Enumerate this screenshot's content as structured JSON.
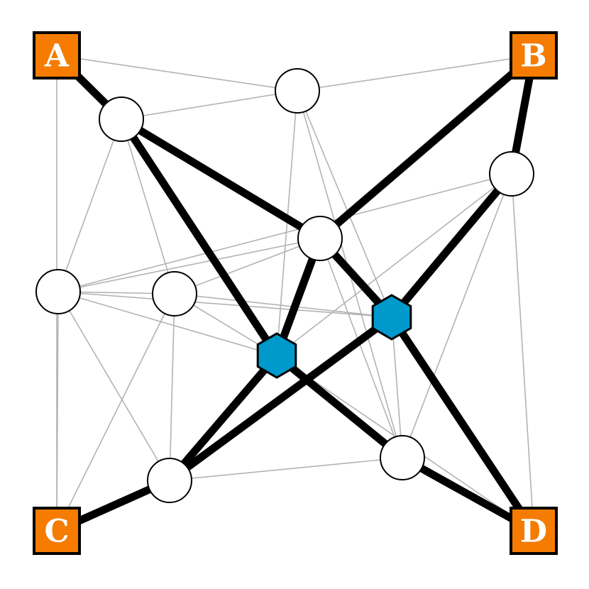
{
  "colors": {
    "background": "#ffffff",
    "terminal_fill": "#f57c00",
    "steiner_fill": "#0099cc",
    "node_fill": "#ffffff",
    "outline": "#000000",
    "light_edge": "#b3b3b3",
    "heavy_edge": "#000000"
  },
  "terminals": [
    {
      "id": "A",
      "label": "A"
    },
    {
      "id": "B",
      "label": "B"
    },
    {
      "id": "C",
      "label": "C"
    },
    {
      "id": "D",
      "label": "D"
    }
  ],
  "steiner_nodes": [
    {
      "id": "S1",
      "shape": "hexagon"
    },
    {
      "id": "S2",
      "shape": "hexagon"
    }
  ],
  "circle_nodes": [
    {
      "id": "n1"
    },
    {
      "id": "n2"
    },
    {
      "id": "n3"
    },
    {
      "id": "n4"
    },
    {
      "id": "n5"
    },
    {
      "id": "n6"
    },
    {
      "id": "n7"
    },
    {
      "id": "n8"
    }
  ],
  "heavy_edges": [
    [
      "A",
      "n1"
    ],
    [
      "n1",
      "n4"
    ],
    [
      "n4",
      "B"
    ],
    [
      "n1",
      "S1"
    ],
    [
      "n4",
      "S1"
    ],
    [
      "n4",
      "S2"
    ],
    [
      "B",
      "n3"
    ],
    [
      "n3",
      "S2"
    ],
    [
      "S1",
      "n7"
    ],
    [
      "S1",
      "n8"
    ],
    [
      "S2",
      "n8"
    ],
    [
      "S2",
      "D"
    ],
    [
      "n7",
      "D"
    ],
    [
      "n8",
      "C"
    ]
  ],
  "light_edges": [
    [
      "A",
      "n2"
    ],
    [
      "A",
      "C"
    ],
    [
      "n1",
      "n2"
    ],
    [
      "n2",
      "B"
    ],
    [
      "n1",
      "n5"
    ],
    [
      "n1",
      "n6"
    ],
    [
      "n2",
      "S1"
    ],
    [
      "n2",
      "S2"
    ],
    [
      "n2",
      "n7"
    ],
    [
      "n3",
      "n5"
    ],
    [
      "n3",
      "n7"
    ],
    [
      "n3",
      "D"
    ],
    [
      "n3",
      "S1"
    ],
    [
      "n4",
      "n5"
    ],
    [
      "n4",
      "n6"
    ],
    [
      "n4",
      "n7"
    ],
    [
      "n5",
      "n6"
    ],
    [
      "n5",
      "S1"
    ],
    [
      "n5",
      "n8"
    ],
    [
      "n6",
      "S2"
    ],
    [
      "n6",
      "n8"
    ],
    [
      "n6",
      "C"
    ],
    [
      "n5",
      "C"
    ],
    [
      "n8",
      "n7"
    ],
    [
      "S1",
      "n6"
    ],
    [
      "S2",
      "n5"
    ],
    [
      "S1",
      "D"
    ],
    [
      "S2",
      "n7"
    ]
  ]
}
